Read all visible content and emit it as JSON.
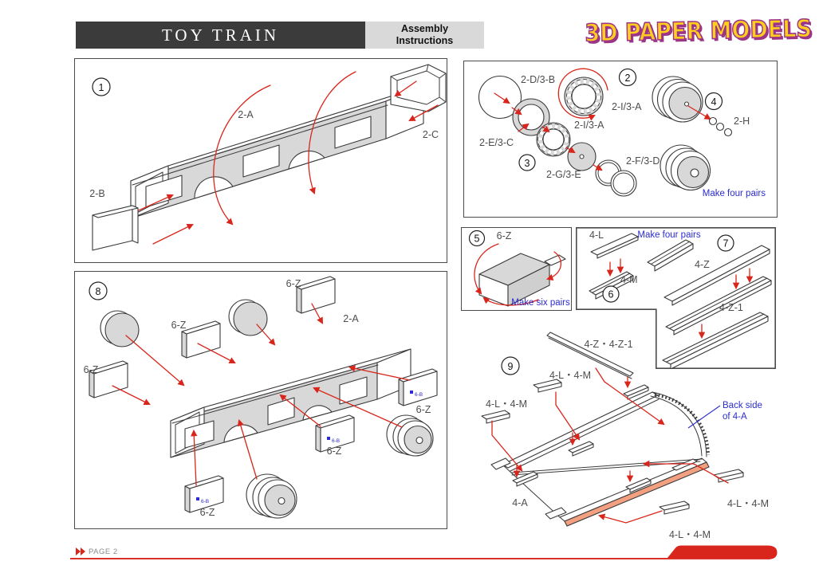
{
  "header": {
    "title": "TOY TRAIN",
    "subtitle_line1": "Assembly",
    "subtitle_line2": "Instructions",
    "logo": "3D PAPER MODELS"
  },
  "steps": {
    "s1": "1",
    "s2": "2",
    "s3": "3",
    "s4": "4",
    "s5": "5",
    "s6": "6",
    "s7": "7",
    "s8": "8",
    "s9": "9"
  },
  "parts": {
    "p2a": "2-A",
    "p2b": "2-B",
    "p2c": "2-C",
    "p2d3b": "2-D/3-B",
    "p2i3a": "2-I/3-A",
    "p2e3c": "2-E/3-C",
    "p2g3e": "2-G/3-E",
    "p2f3d": "2-F/3-D",
    "p2h": "2-H",
    "p6z": "6-Z",
    "p6b": "6-B",
    "p4l": "4-L",
    "p4m": "4-M",
    "p4z": "4-Z",
    "p4z1": "4-Z-1",
    "p4zz1": "4-Z・4-Z-1",
    "p4lm": "4-L・4-M",
    "p4a": "4-A"
  },
  "notes": {
    "make_four_pairs": "Make four pairs",
    "make_six_pairs": "Make six pairs",
    "back_side_line1": "Back side",
    "back_side_line2": "of 4-A"
  },
  "footer": {
    "page_label": "PAGE 2"
  },
  "colors": {
    "accent_red": "#D9261C",
    "note_blue": "#2B2BD0",
    "panel_gray": "#D8D8D8",
    "salmon": "#F2A080",
    "logo_yellow": "#FFCE1F",
    "logo_purple": "#9C3587"
  }
}
